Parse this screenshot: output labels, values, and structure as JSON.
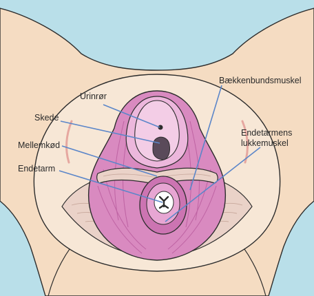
{
  "colors": {
    "background": "#b9dfe9",
    "skin": "#f5dcc2",
    "outline": "#2c2c2c",
    "muscle": "#d98ac0",
    "muscle_light": "#ecb7dc",
    "muscle_dark": "#b85a9c",
    "tendon": "#ead2c8",
    "pointer_line": "#5b86c9"
  },
  "labels": {
    "urinror": "Urinrør",
    "skede": "Skede",
    "mellemkod": "Mellemkød",
    "endetarm": "Endetarm",
    "baekkenbundsmuskel": "Bækkenbundsmuskel",
    "endetarmens_line1": "Endetarmens",
    "endetarmens_line2": "lukkemuskel"
  }
}
